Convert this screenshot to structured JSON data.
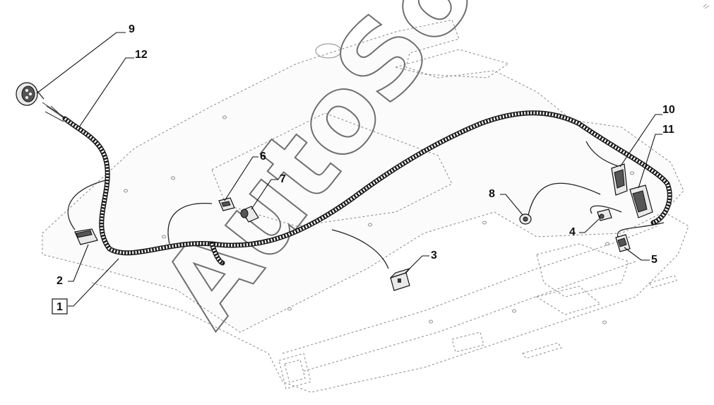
{
  "watermark": "AutoSoft",
  "callouts": {
    "c1": "1",
    "c2": "2",
    "c3": "3",
    "c4": "4",
    "c5": "5",
    "c6": "6",
    "c7": "7",
    "c8": "8",
    "c9": "9",
    "c10": "10",
    "c11": "11",
    "c12": "12"
  },
  "colors": {
    "frame": "#8a8a8a",
    "harness": "#1a1a1a",
    "background": "#ffffff"
  }
}
